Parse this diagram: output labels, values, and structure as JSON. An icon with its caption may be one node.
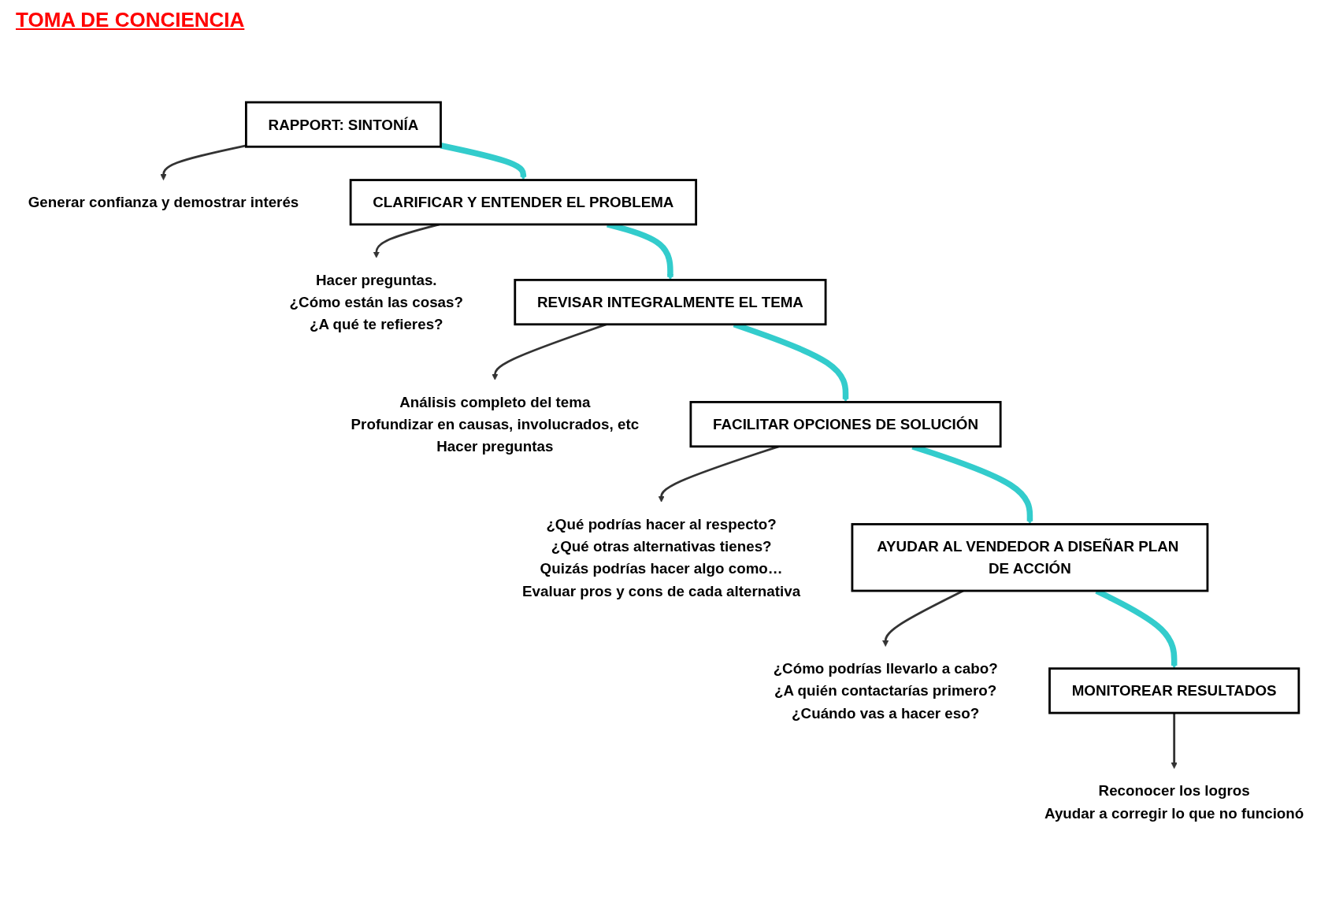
{
  "diagram": {
    "nodes": [
      {
        "text": [
          "RAPPORT: SINTONÍA"
        ]
      },
      {
        "text": [
          "Generar confianza y demostrar interés"
        ]
      },
      {
        "text": [
          "CLARIFICAR Y ENTENDER EL PROBLEMA"
        ]
      },
      {
        "text": [
          "Hacer preguntas.",
          "¿Cómo están las cosas?",
          "¿A qué te refieres?"
        ]
      },
      {
        "text": [
          "REVISAR INTEGRALMENTE EL TEMA"
        ]
      },
      {
        "text": [
          "Análisis completo del tema",
          "Profundizar en causas, involucrados, etc",
          "Hacer preguntas"
        ]
      },
      {
        "text": [
          "FACILITAR OPCIONES DE SOLUCIÓN"
        ]
      },
      {
        "text": [
          "¿Qué podrías hacer al respecto?",
          "¿Qué otras alternativas tienes?",
          "Quizás podrías hacer algo como…",
          "Evaluar pros y cons de cada alternativa"
        ]
      },
      {
        "text": [
          "AYUDAR AL VENDEDOR A DISEÑAR PLAN DE ACCIÓN"
        ]
      },
      {
        "text": [
          "¿Cómo podrías llevarlo a cabo?",
          "¿A quién contactarías primero?",
          "¿Cuándo vas a hacer eso?"
        ]
      },
      {
        "text": [
          "MONITOREAR RESULTADOS"
        ]
      },
      {
        "text": [
          "Reconocer los logros",
          "Ayudar a corregir lo que no funcionó"
        ]
      }
    ],
    "edges": [
      {
        "from": 0,
        "to": 1,
        "arrow": "to"
      },
      {
        "from": 0,
        "to": 2,
        "arrow": "to",
        "style": "thick",
        "color": "#33cccc"
      },
      {
        "from": 2,
        "to": 3,
        "arrow": "to"
      },
      {
        "from": 2,
        "to": 4,
        "arrow": "to",
        "style": "thick",
        "color": "#33cccc"
      },
      {
        "from": 4,
        "to": 5,
        "arrow": "to"
      },
      {
        "from": 4,
        "to": 6,
        "arrow": "to",
        "style": "thick",
        "color": "#33cccc"
      },
      {
        "from": 6,
        "to": 7,
        "arrow": "to"
      },
      {
        "from": 6,
        "to": 8,
        "arrow": "to",
        "style": "thick",
        "color": "#33cccc"
      },
      {
        "from": 8,
        "to": 9,
        "arrow": "to"
      },
      {
        "from": 8,
        "to": 10,
        "arrow": "to",
        "style": "thick",
        "color": "#33cccc"
      },
      {
        "from": 10,
        "to": 11,
        "arrow": "to"
      }
    ],
    "labels": [
      "TOMA DE CONCIENCIA"
    ]
  }
}
